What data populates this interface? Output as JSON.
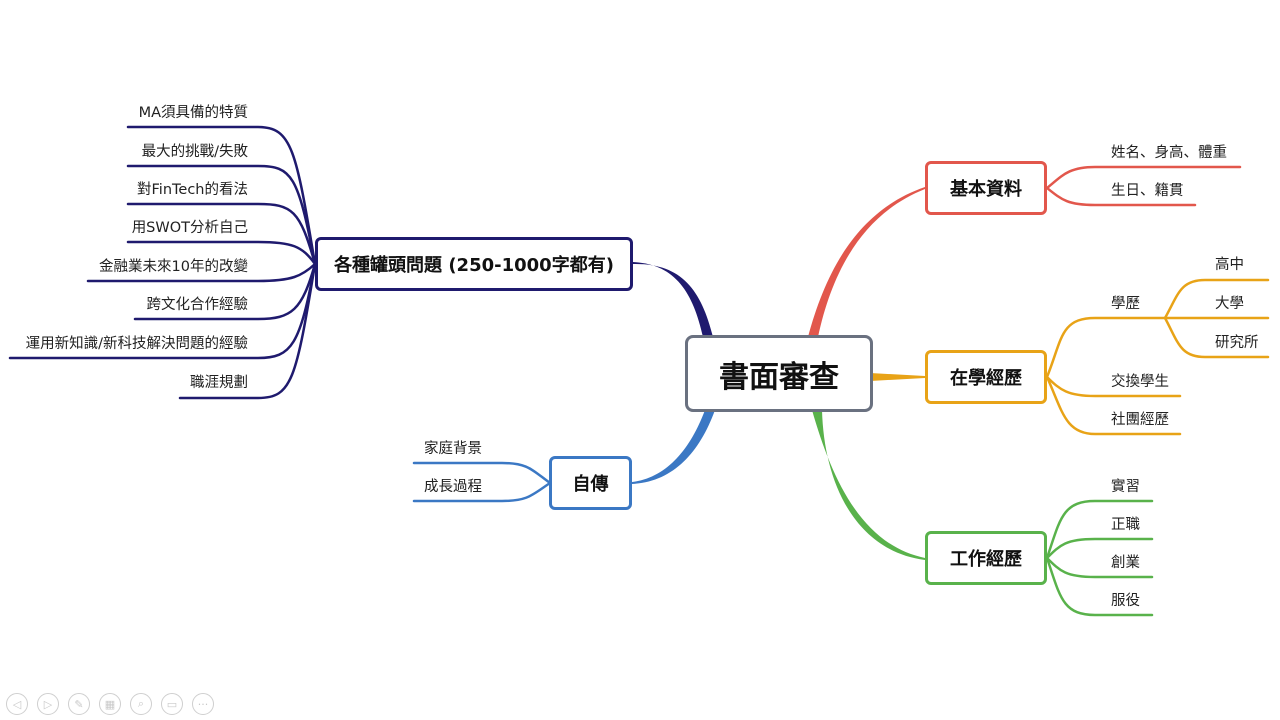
{
  "mindmap": {
    "central": {
      "label": "書面審查",
      "color": "#6a7180"
    },
    "branches": {
      "basic": {
        "label": "基本資料",
        "color": "#e2574c",
        "children": [
          "姓名、身高、體重",
          "生日、籍貫"
        ]
      },
      "school": {
        "label": "在學經歷",
        "color": "#e8a317",
        "education": {
          "label": "學歷",
          "children": [
            "高中",
            "大學",
            "研究所"
          ]
        },
        "children": [
          "交換學生",
          "社團經歷"
        ]
      },
      "work": {
        "label": "工作經歷",
        "color": "#59b24b",
        "children": [
          "實習",
          "正職",
          "創業",
          "服役"
        ]
      },
      "essays": {
        "label": "各種罐頭問題 (250-1000字都有)",
        "color": "#1f1a6e",
        "children": [
          "MA須具備的特質",
          "最大的挑戰/失敗",
          "對FinTech的看法",
          "用SWOT分析自己",
          "金融業未來10年的改變",
          "跨文化合作經驗",
          "運用新知識/新科技解決問題的經驗",
          "職涯規劃"
        ]
      },
      "autobio": {
        "label": "自傳",
        "color": "#3b78c4",
        "children": [
          "家庭背景",
          "成長過程"
        ]
      }
    }
  },
  "controls": {
    "icons": [
      "prev-icon",
      "next-icon",
      "pen-icon",
      "slides-icon",
      "zoom-icon",
      "subtitle-icon",
      "more-icon"
    ],
    "glyphs": [
      "◁",
      "▷",
      "✎",
      "▦",
      "⌕",
      "▭",
      "···"
    ]
  }
}
